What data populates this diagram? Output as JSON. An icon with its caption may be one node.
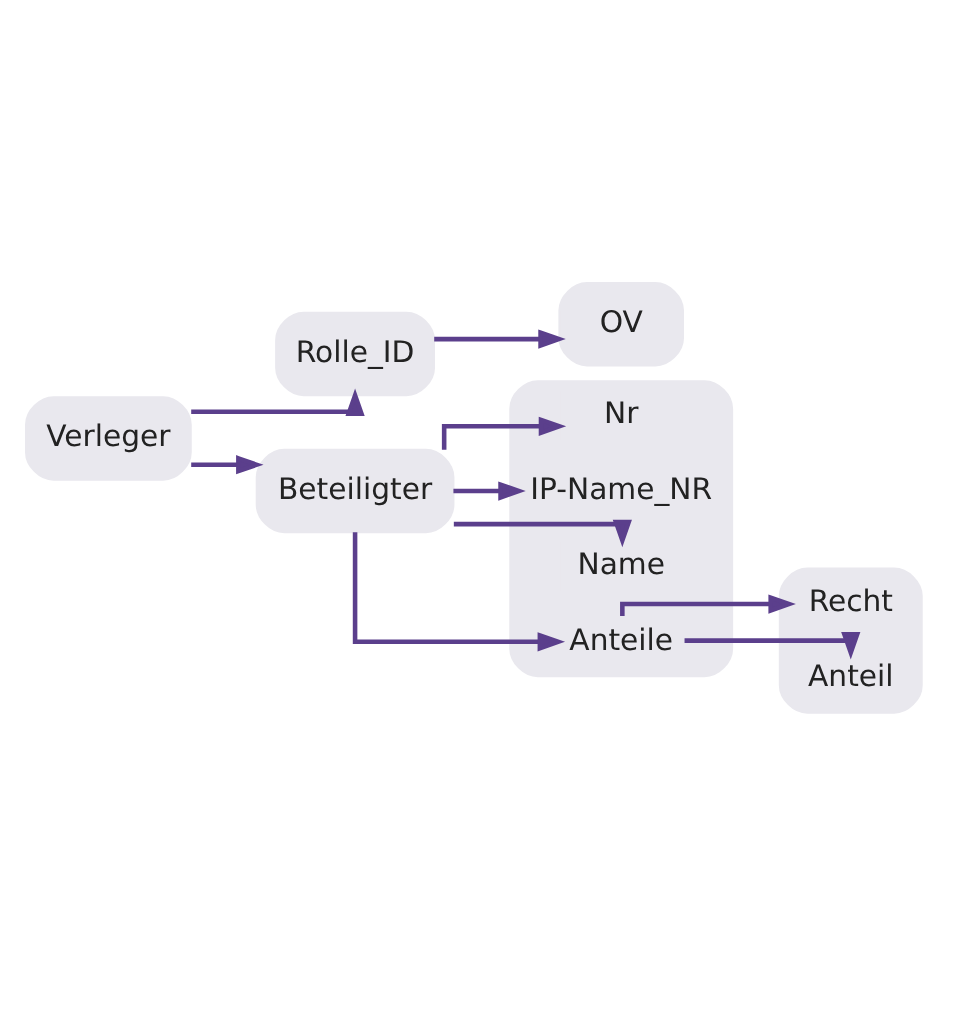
{
  "diagram": {
    "nodes": [
      {
        "text": [
          "Verleger"
        ]
      },
      {
        "text": [
          "Rolle_ID"
        ]
      },
      {
        "text": [
          "OV"
        ]
      },
      {
        "text": [
          "Beteiligter"
        ]
      },
      {
        "text": [],
        "shape": "box"
      },
      {
        "text": [
          "Nr"
        ],
        "in": 4
      },
      {
        "text": [
          "IP-Name_NR"
        ],
        "in": 4
      },
      {
        "text": [
          "Name"
        ],
        "in": 4
      },
      {
        "text": [
          "Anteile"
        ],
        "in": 4
      },
      {
        "text": [],
        "shape": "box"
      },
      {
        "text": [
          "Recht"
        ],
        "in": 9
      },
      {
        "text": [
          "Anteil"
        ],
        "in": 9
      }
    ],
    "edges": [
      {
        "from": 0,
        "to": 1,
        "arrow": "to"
      },
      {
        "from": 1,
        "to": 2,
        "arrow": "to"
      },
      {
        "from": 0,
        "to": 3,
        "arrow": "to"
      },
      {
        "from": 3,
        "to": 5,
        "arrow": "to"
      },
      {
        "from": 3,
        "to": 6,
        "arrow": "to"
      },
      {
        "from": 3,
        "to": 7,
        "arrow": "to"
      },
      {
        "from": 3,
        "to": 8,
        "arrow": "to"
      },
      {
        "from": 8,
        "to": 10,
        "arrow": "to"
      },
      {
        "from": 8,
        "to": 11,
        "arrow": "to"
      }
    ]
  }
}
